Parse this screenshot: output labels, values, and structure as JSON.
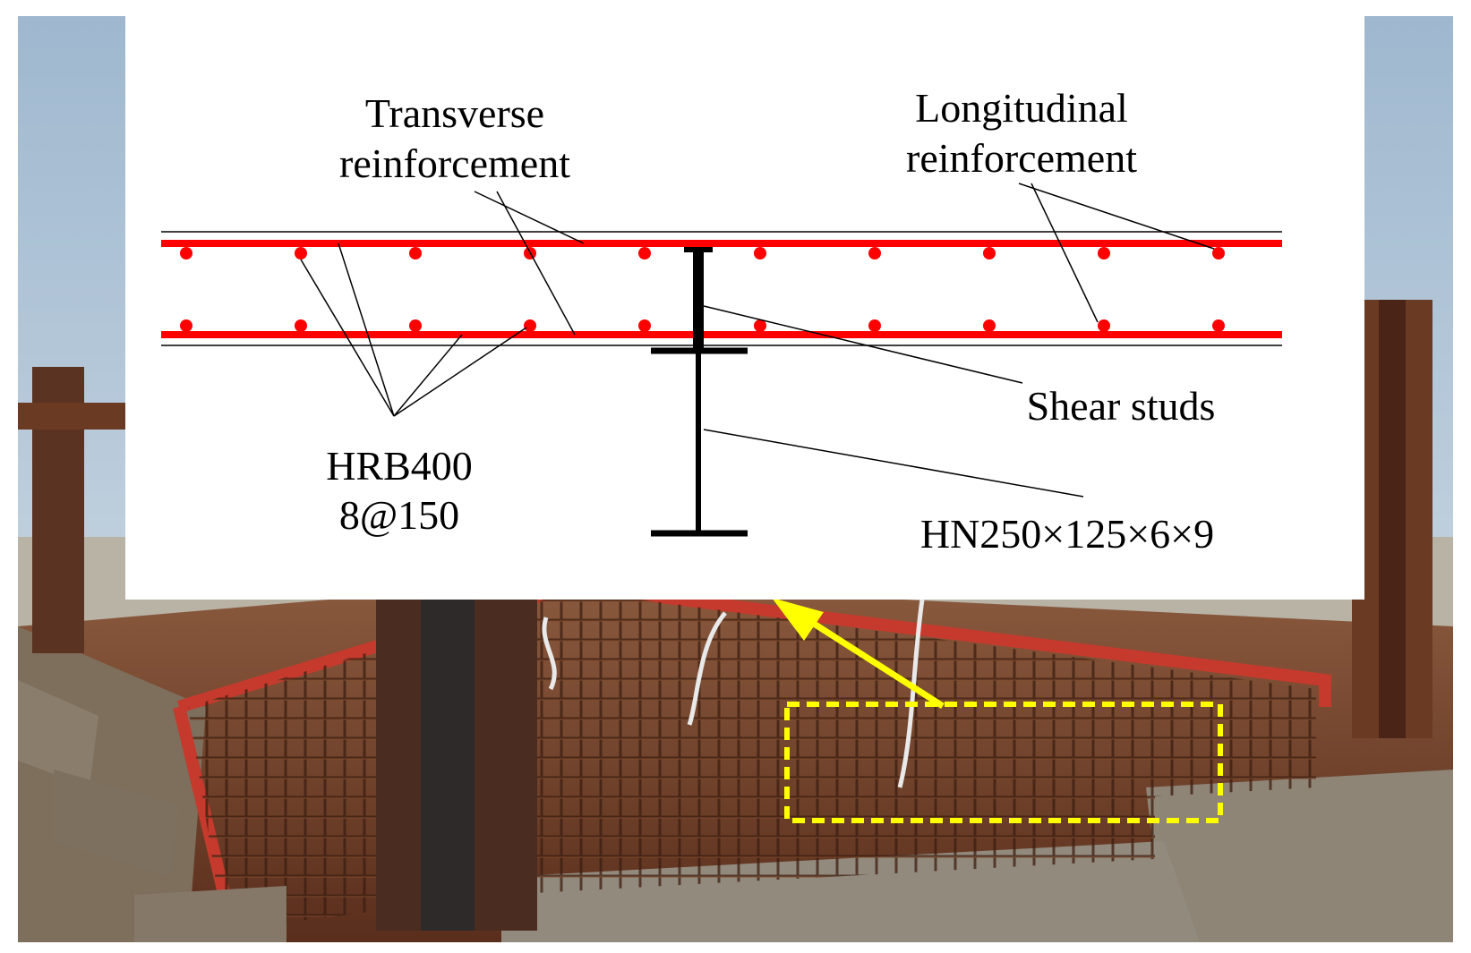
{
  "labels": {
    "transverse_line1": "Transverse",
    "transverse_line2": "reinforcement",
    "longitudinal_line1": "Longitudinal",
    "longitudinal_line2": "reinforcement",
    "shear_studs": "Shear studs",
    "rebar_spec_line1": "HRB400",
    "rebar_spec_line2": "8@150",
    "section_spec": "HN250×125×6×9"
  },
  "colors": {
    "rebar": "#ff0000",
    "steel": "#000000",
    "highlight": "#ffff00",
    "photo_sky": "#b9cde0",
    "photo_rust": "#6b3a22"
  }
}
